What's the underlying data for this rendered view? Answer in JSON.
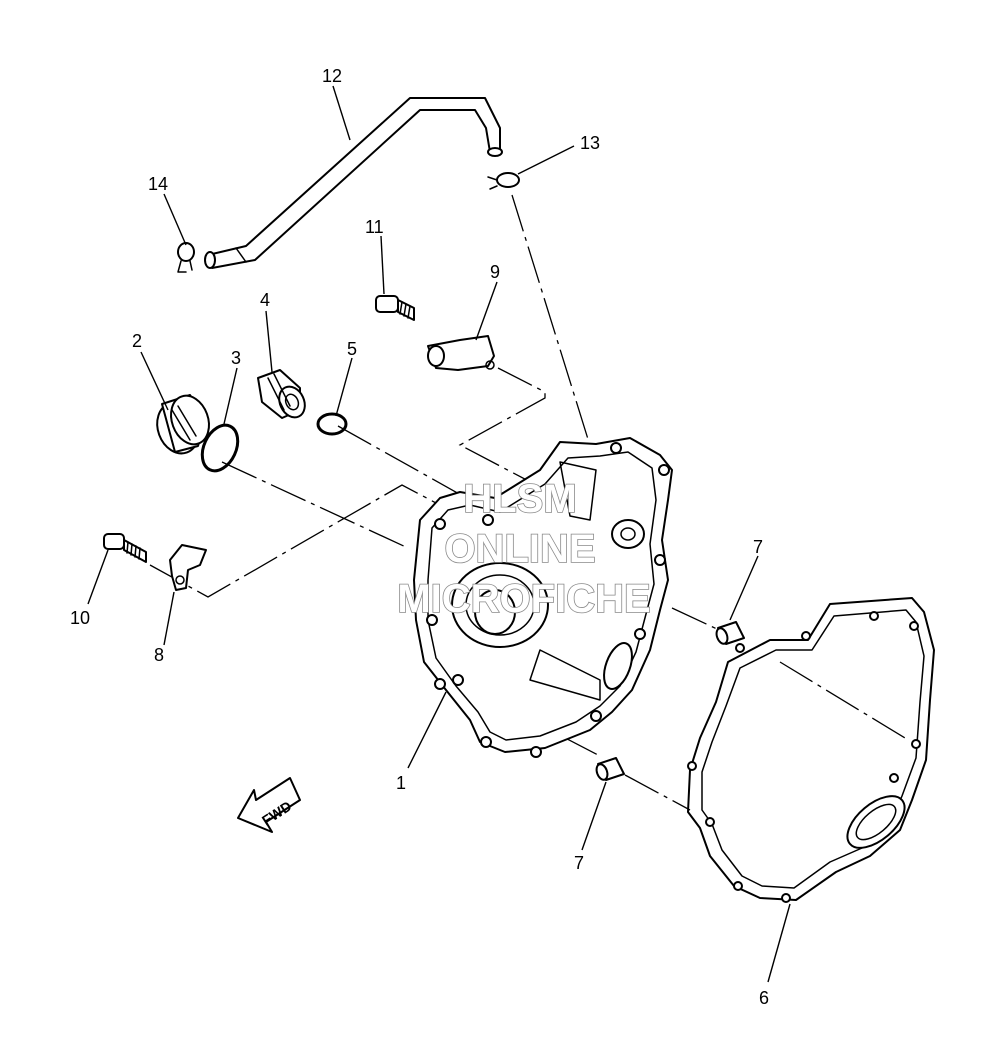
{
  "callouts": [
    {
      "id": "c1",
      "label": "1"
    },
    {
      "id": "c2",
      "label": "2"
    },
    {
      "id": "c3",
      "label": "3"
    },
    {
      "id": "c4",
      "label": "4"
    },
    {
      "id": "c5",
      "label": "5"
    },
    {
      "id": "c6",
      "label": "6"
    },
    {
      "id": "c7a",
      "label": "7"
    },
    {
      "id": "c7b",
      "label": "7"
    },
    {
      "id": "c8",
      "label": "8"
    },
    {
      "id": "c9",
      "label": "9"
    },
    {
      "id": "c10",
      "label": "10"
    },
    {
      "id": "c11",
      "label": "11"
    },
    {
      "id": "c12",
      "label": "12"
    },
    {
      "id": "c13",
      "label": "13"
    },
    {
      "id": "c14",
      "label": "14"
    }
  ],
  "watermark": {
    "line1": "HLSM",
    "line2": "ONLINE",
    "line3": "MICROFICHE"
  },
  "direction_arrow": {
    "label": "FWD",
    "icon": "forward-arrow-icon"
  },
  "colors": {
    "line": "#000000",
    "background": "#ffffff",
    "watermark_outline": "#8a8a8a"
  }
}
